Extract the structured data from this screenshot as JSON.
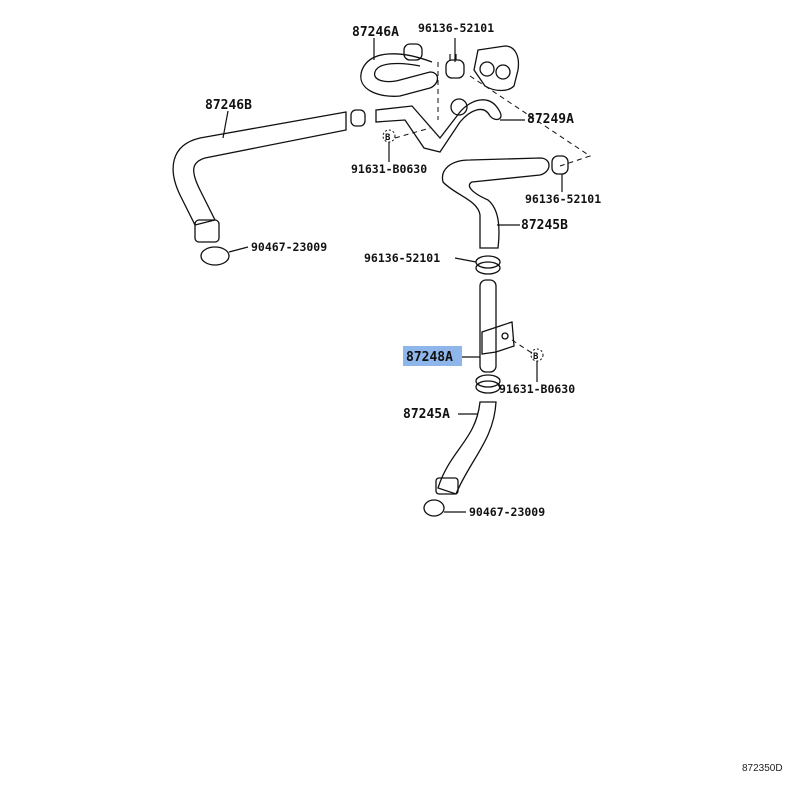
{
  "labels": {
    "p87246A": "87246A",
    "p96136_top": "96136-52101",
    "p87246B": "87246B",
    "p87249A": "87249A",
    "p91631_top": "91631-B0630",
    "p96136_right": "96136-52101",
    "p87245B": "87245B",
    "p90467_left": "90467-23009",
    "p96136_mid": "96136-52101",
    "p87248A": "87248A",
    "p91631_bottom": "91631-B0630",
    "p87245A": "87245A",
    "p90467_bottom": "90467-23009",
    "callout_b": "B"
  },
  "figure_id": "872350D",
  "highlight_color": "#8fb6ea"
}
